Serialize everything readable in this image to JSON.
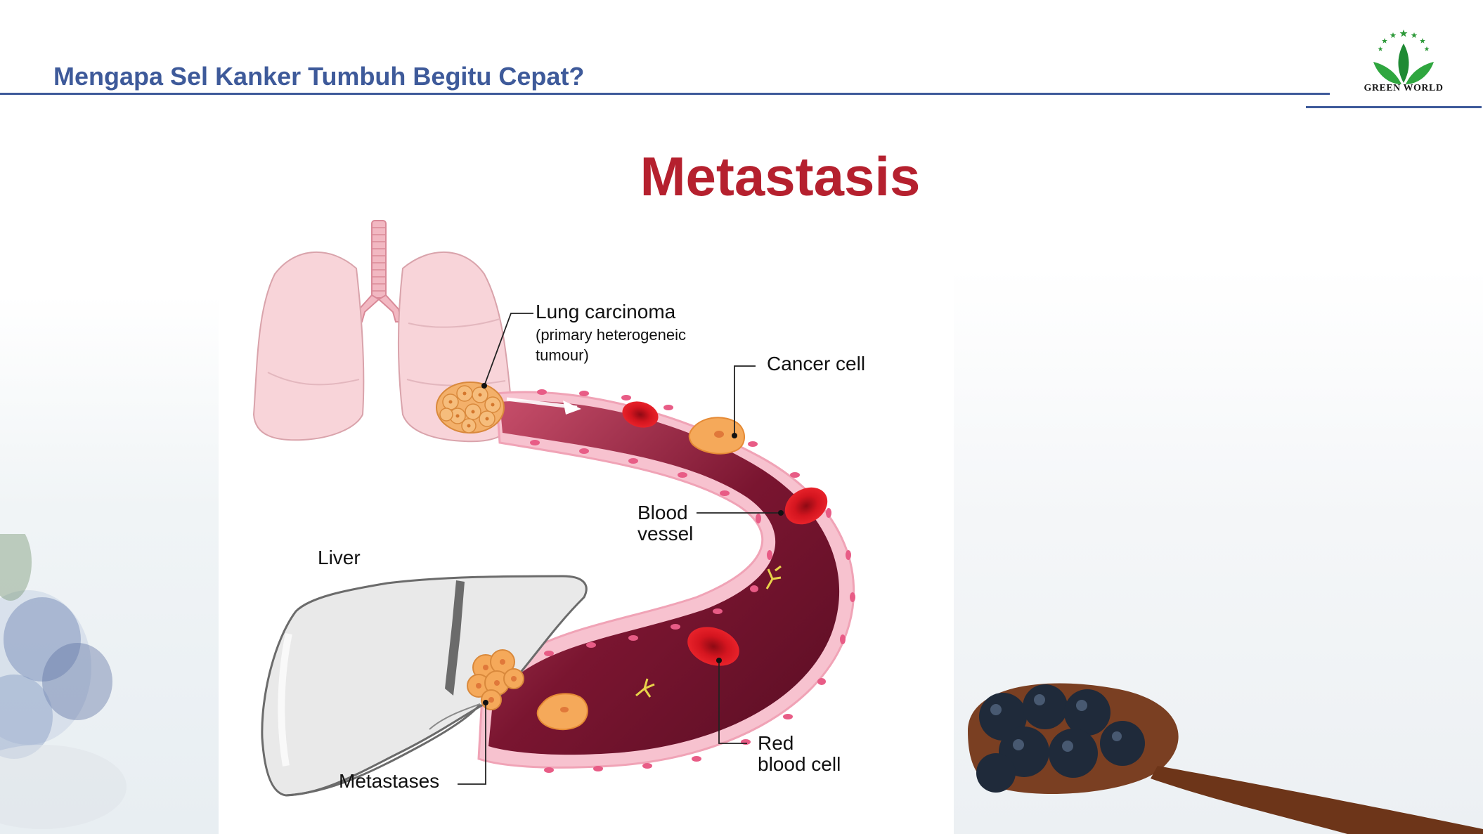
{
  "header": {
    "title": "Mengapa Sel Kanker Tumbuh Begitu Cepat?",
    "logo_text": "GREEN WORLD"
  },
  "slide": {
    "title": "Metastasis"
  },
  "diagram": {
    "labels": {
      "lung_carcinoma": "Lung carcinoma",
      "lung_carcinoma_sub1": "(primary heterogeneic",
      "lung_carcinoma_sub2": "tumour)",
      "cancer_cell": "Cancer cell",
      "blood_vessel_1": "Blood",
      "blood_vessel_2": "vessel",
      "liver": "Liver",
      "metastases": "Metastases",
      "red_blood_cell_1": "Red",
      "red_blood_cell_2": "blood cell"
    }
  },
  "colors": {
    "header_blue": "#3e5a9a",
    "title_red": "#b5202e",
    "vessel_dark": "#7a1530",
    "lung_pink": "#f7d3d8",
    "tumour_orange": "#f2a64a"
  },
  "icons": {
    "logo": "green-world-leaf-logo",
    "arrow": "flow-arrow",
    "antibody": "antibody-y-icon"
  }
}
